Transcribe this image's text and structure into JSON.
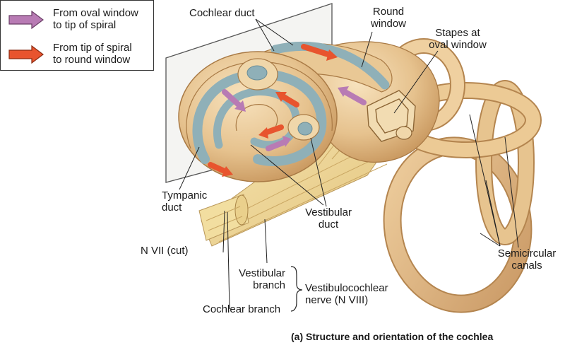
{
  "legend": {
    "items": [
      {
        "line1": "From oval window",
        "line2": "to tip of spiral",
        "color": "#b87bb4"
      },
      {
        "line1": "From tip of spiral",
        "line2": "to round window",
        "color": "#e8542e"
      }
    ]
  },
  "labels": {
    "cochlear_duct": "Cochlear duct",
    "round_window": [
      "Round",
      "window"
    ],
    "stapes": [
      "Stapes at",
      "oval window"
    ],
    "tympanic_duct": [
      "Tympanic",
      "duct"
    ],
    "vestibular_duct": [
      "Vestibular",
      "duct"
    ],
    "n_vii": "N VII (cut)",
    "semicircular": [
      "Semicircular",
      "canals"
    ],
    "vestibular_branch": [
      "Vestibular",
      "branch"
    ],
    "cochlear_branch": "Cochlear branch",
    "vestibulocochlear": [
      "Vestibulocochlear",
      "nerve (N VIII)"
    ]
  },
  "caption": "(a) Structure and orientation of the cochlea",
  "colors": {
    "bone": "#e9c99a",
    "bone_dark": "#c89a62",
    "duct": "#8fb0b8",
    "nerve": "#f3e0a0",
    "purple": "#b87bb4",
    "orange": "#e8542e"
  }
}
